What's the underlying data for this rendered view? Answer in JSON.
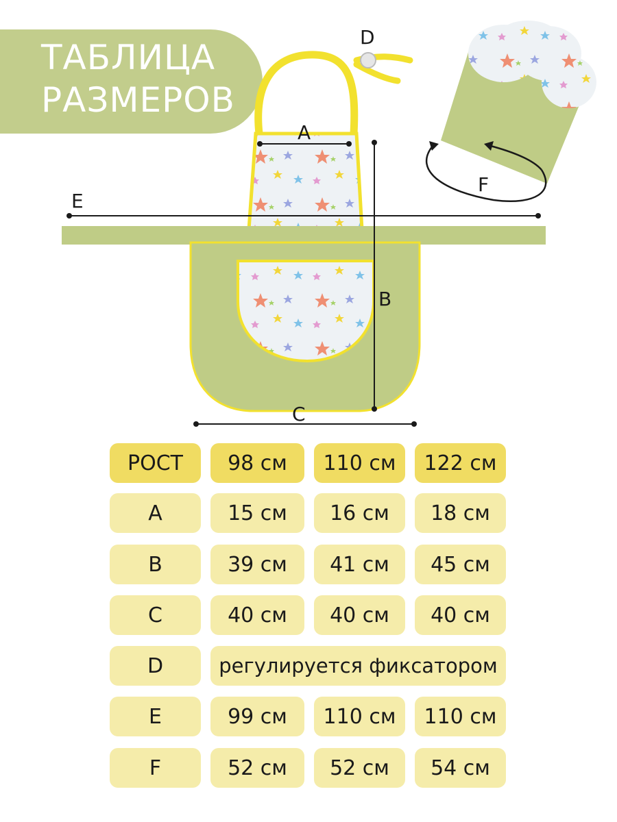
{
  "title": {
    "line1": "ТАБЛИЦА",
    "line2": "РАЗМЕРОВ"
  },
  "dimension_labels": {
    "a": "A",
    "b": "B",
    "c": "C",
    "d": "D",
    "e": "E",
    "f": "F"
  },
  "colors": {
    "banner": "#c2cd8c",
    "apron_green": "#bfcc86",
    "trim_yellow": "#f2e12e",
    "fabric": "#eef2f5",
    "header_cell": "#f0dc62",
    "body_cell": "#f5ecaa"
  },
  "size_table": {
    "header": [
      "РОСТ",
      "98 см",
      "110 см",
      "122 см"
    ],
    "rows": [
      {
        "label": "A",
        "values": [
          "15 см",
          "16 см",
          "18 см"
        ]
      },
      {
        "label": "B",
        "values": [
          "39 см",
          "41 см",
          "45 см"
        ]
      },
      {
        "label": "C",
        "values": [
          "40 см",
          "40 см",
          "40 см"
        ]
      },
      {
        "label": "D",
        "merged": "регулируется фиксатором"
      },
      {
        "label": "E",
        "values": [
          "99 см",
          "110 см",
          "110 см"
        ]
      },
      {
        "label": "F",
        "values": [
          "52 см",
          "52 см",
          "54 см"
        ]
      }
    ]
  }
}
